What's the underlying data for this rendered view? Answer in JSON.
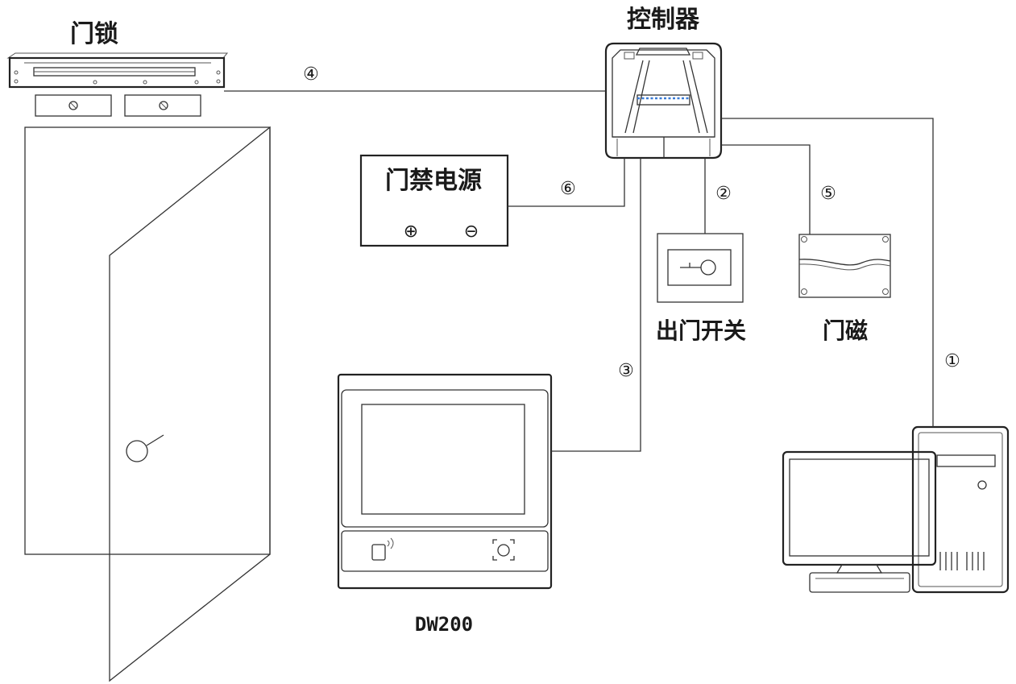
{
  "labels": {
    "door_lock": "门锁",
    "controller": "控制器",
    "power_supply": "门禁电源",
    "exit_switch": "出门开关",
    "door_sensor": "门磁",
    "device_model": "DW200"
  },
  "power_signs": {
    "plus": "⊕",
    "minus": "⊖"
  },
  "connection_numbers": {
    "pc": "①",
    "exit_switch": "②",
    "dw200": "③",
    "door_lock": "④",
    "door_sensor": "⑤",
    "power_supply": "⑥"
  },
  "colors": {
    "line": "#333333",
    "screen": "#e1e1e1"
  }
}
